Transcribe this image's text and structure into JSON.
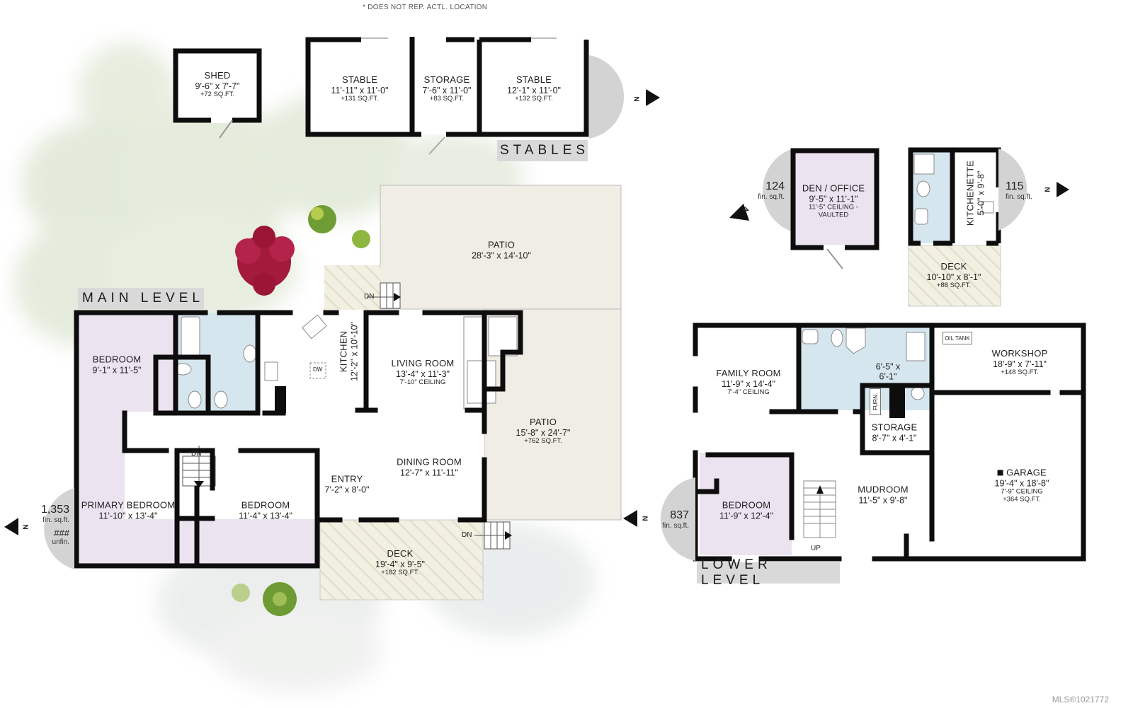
{
  "header": {
    "disclaimer": "* DOES NOT REP. ACTL. LOCATION"
  },
  "colors": {
    "wall": "#0d0d0d",
    "bedroom_fill": "#ece3f0",
    "bath_fill": "#d6e6ef",
    "patio_fill": "#efede4",
    "deck_fill": "#f1efe0",
    "badge_fill": "#d9d9d9",
    "compass_fill": "#d3d3d3",
    "landscape_green": "#dfe8d8",
    "tree_red": "#a4183a",
    "tree_green": "#7aa33a"
  },
  "outbuildings": {
    "shed": {
      "name": "SHED",
      "dims": "9'-6\" x 7'-7\"",
      "area": "+72 SQ.FT."
    },
    "stables_label": "STABLES",
    "stable_1": {
      "name": "STABLE",
      "dims": "11'-11\" x 11'-0\"",
      "area": "+131 SQ.FT."
    },
    "storage": {
      "name": "STORAGE",
      "dims": "7'-6\" x 11'-0\"",
      "area": "+83 SQ.FT."
    },
    "stable_2": {
      "name": "STABLE",
      "dims": "12'-1\" x 11'-0\"",
      "area": "+132 SQ.FT."
    },
    "compass_letter": "N"
  },
  "den": {
    "area_value": "124",
    "area_unit": "fin. sq.ft.",
    "compass_letter": "N",
    "room": {
      "name": "DEN / OFFICE",
      "dims": "9'-5\" x 11'-1\"",
      "ceiling": "11'-5\" CEILING -",
      "ceiling2": "VAULTED"
    }
  },
  "cabin": {
    "area_value": "115",
    "area_unit": "fin. sq.ft.",
    "compass_letter": "N",
    "kitchenette": {
      "name": "KITCHENETTE",
      "dims": "5'-0\" x 9'-8\""
    },
    "deck": {
      "name": "DECK",
      "dims": "10'-10\" x 8'-1\"",
      "area": "+88 SQ.FT."
    }
  },
  "main_level": {
    "label": "MAIN LEVEL",
    "area_value": "1,353",
    "area_unit": "fin. sq.ft.",
    "unfin_value": "###",
    "unfin_unit": "unfin.",
    "compass_letter": "N",
    "rooms": {
      "bedroom_1": {
        "name": "BEDROOM",
        "dims": "9'-1\" x 11'-5\""
      },
      "kitchen": {
        "name": "KITCHEN",
        "dims": "12'-2\" x 10'-10\""
      },
      "dw": "DW",
      "living": {
        "name": "LIVING ROOM",
        "dims": "13'-4\" x 11'-3\"",
        "ceiling": "7'-10\" CEILING"
      },
      "patio_top": {
        "name": "PATIO",
        "dims": "28'-3\" x 14'-10\""
      },
      "patio_side": {
        "name": "PATIO",
        "dims": "15'-8\" x 24'-7\"",
        "area": "+762 SQ.FT."
      },
      "dining": {
        "name": "DINING ROOM",
        "dims": "12'-7\" x 11'-11\""
      },
      "entry": {
        "name": "ENTRY",
        "dims": "7'-2\" x 8'-0\""
      },
      "primary": {
        "name": "PRIMARY BEDROOM",
        "dims": "11'-10\" x 13'-4\""
      },
      "bedroom_2": {
        "name": "BEDROOM",
        "dims": "11'-4\" x 13'-4\""
      },
      "deck": {
        "name": "DECK",
        "dims": "19'-4\" x 9'-5\"",
        "area": "+182 SQ.FT."
      }
    },
    "stairs": {
      "dn_top": "DN",
      "dn_hall": "DN",
      "dn_deck": "DN"
    }
  },
  "lower_level": {
    "label": "LOWER LEVEL",
    "area_value": "837",
    "area_unit": "fin. sq.ft.",
    "compass_letter": "N",
    "rooms": {
      "family": {
        "name": "FAMILY ROOM",
        "dims": "11'-9\" x 14'-4\"",
        "ceiling": "7'-4\" CEILING"
      },
      "bath": {
        "dims1": "6'-5\" x",
        "dims2": "6'-1\""
      },
      "oil_tank": "OIL TANK",
      "workshop": {
        "name": "WORKSHOP",
        "dims": "18'-9\" x 7'-11\"",
        "area": "+148 SQ.FT."
      },
      "furnace": "FURN.",
      "storage": {
        "name": "STORAGE",
        "dims": "8'-7\" x 4'-1\""
      },
      "garage": {
        "name": "GARAGE",
        "dims": "19'-4\" x 18'-8\"",
        "ceiling": "7'-9\" CEILING",
        "area": "+364 SQ.FT."
      },
      "mudroom": {
        "name": "MUDROOM",
        "dims": "11'-5\" x 9'-8\""
      },
      "bedroom": {
        "name": "BEDROOM",
        "dims": "11'-9\" x 12'-4\""
      }
    },
    "stairs": {
      "up": "UP"
    }
  },
  "footer": {
    "mls": "MLS®1021772"
  }
}
